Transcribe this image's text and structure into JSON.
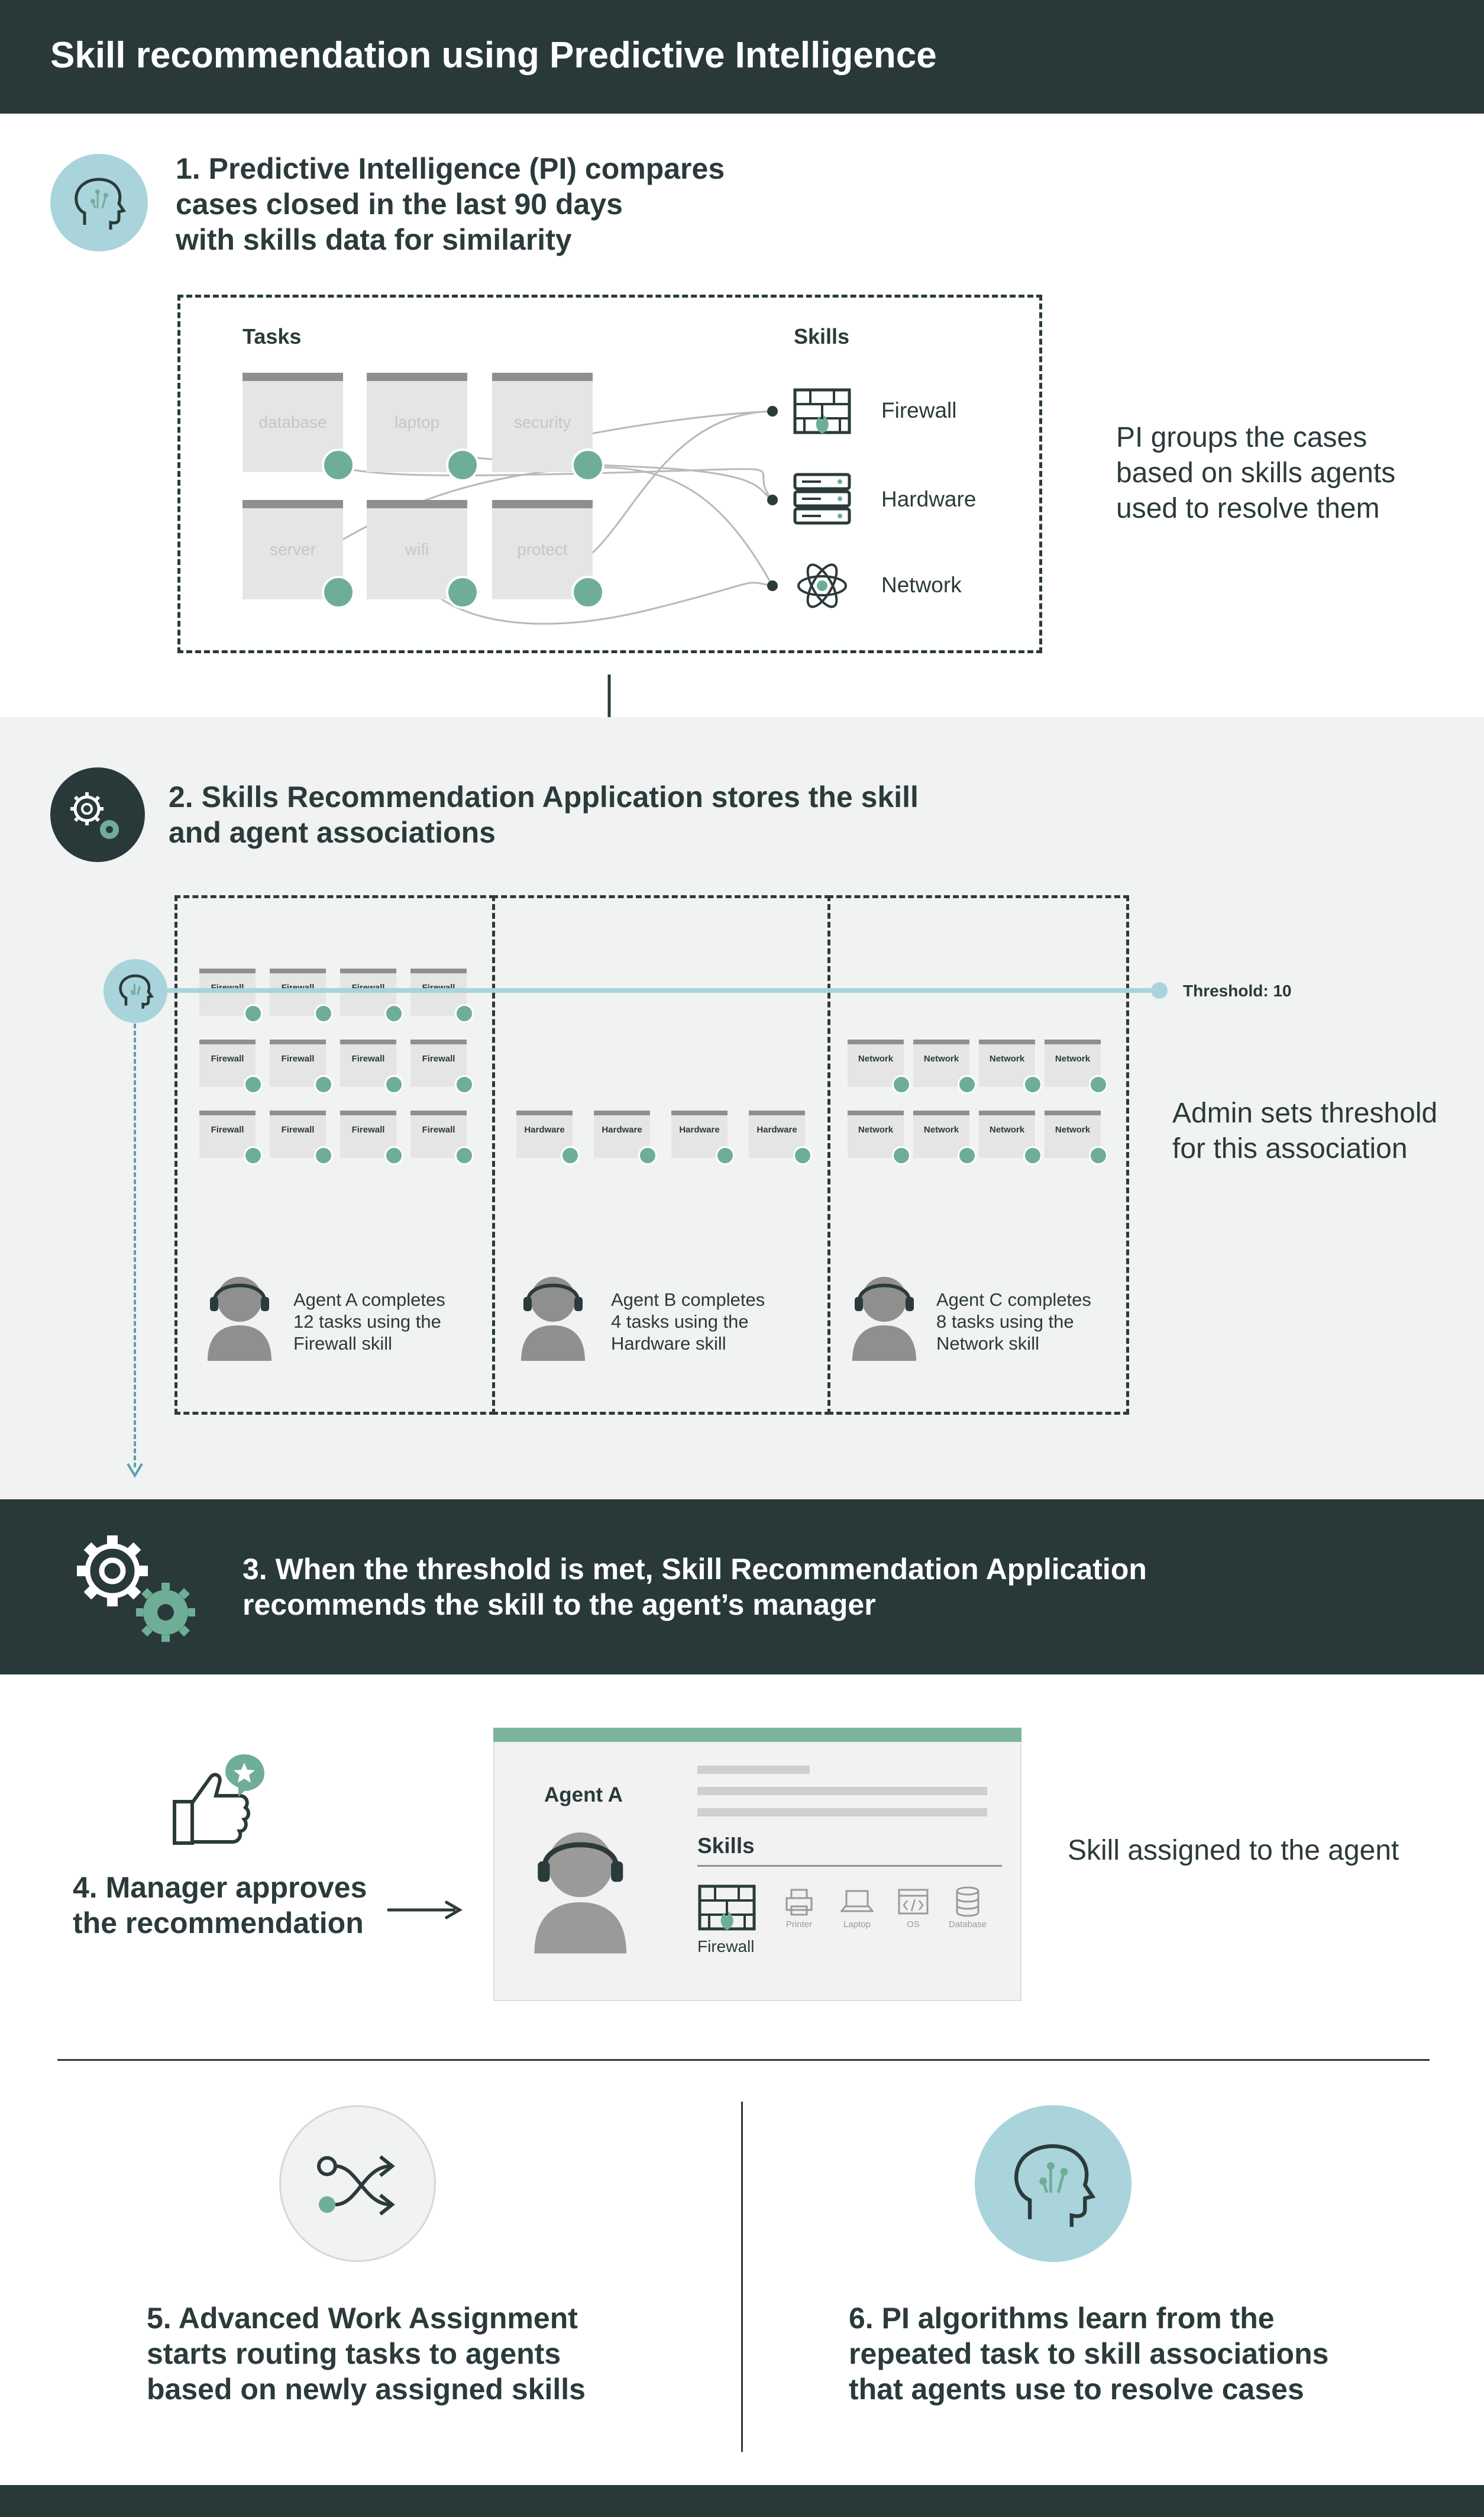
{
  "header": {
    "title": "Skill recommendation using Predictive Intelligence"
  },
  "step1": {
    "text_lines": [
      "1. Predictive Intelligence (PI) compares",
      "cases closed in the last 90 days",
      "with skills data for similarity"
    ],
    "tasks_label": "Tasks",
    "skills_label": "Skills",
    "tasks": [
      "database",
      "laptop",
      "security",
      "server",
      "wifi",
      "protect"
    ],
    "skills": [
      "Firewall",
      "Hardware",
      "Network"
    ],
    "side_note_lines": [
      "PI groups the cases",
      "based on skills agents",
      "used to resolve them"
    ]
  },
  "step2": {
    "text_lines": [
      "2. Skills Recommendation Application stores the skill",
      "and agent associations"
    ],
    "threshold_label": "Threshold: 10",
    "side_note_lines": [
      "Admin sets threshold",
      "for this association"
    ],
    "agents": [
      {
        "card_label": "Firewall",
        "card_count": 12,
        "lines": [
          "Agent A completes",
          "12 tasks using the",
          "Firewall skill"
        ]
      },
      {
        "card_label": "Hardware",
        "card_count": 4,
        "lines": [
          "Agent B completes",
          "4 tasks using the",
          "Hardware skill"
        ]
      },
      {
        "card_label": "Network",
        "card_count": 8,
        "lines": [
          "Agent C completes",
          "8 tasks using the",
          "Network skill"
        ]
      }
    ]
  },
  "step3": {
    "text_lines": [
      "3. When the threshold is met, Skill Recommendation Application",
      "recommends the skill to the agent’s manager"
    ]
  },
  "step4": {
    "text_lines": [
      "4. Manager approves",
      "the recommendation"
    ],
    "profile": {
      "agent_name": "Agent A",
      "skills_heading": "Skills",
      "main_skill": "Firewall",
      "other_skills": [
        "Printer",
        "Laptop",
        "OS",
        "Database"
      ]
    },
    "side_note": "Skill assigned to the agent"
  },
  "step5": {
    "text_lines": [
      "5. Advanced Work Assignment",
      "starts routing tasks to agents",
      "based on newly assigned skills"
    ]
  },
  "step6": {
    "text_lines": [
      "6. PI algorithms learn from the",
      "repeated task to skill associations",
      "that agents use to resolve cases"
    ]
  },
  "colors": {
    "dark": "#29393a",
    "light_band": "#f1f2f2",
    "accent_green": "#6fae96",
    "accent_blue": "#a9d4dc",
    "threshold_line": "#a9d4dc"
  }
}
